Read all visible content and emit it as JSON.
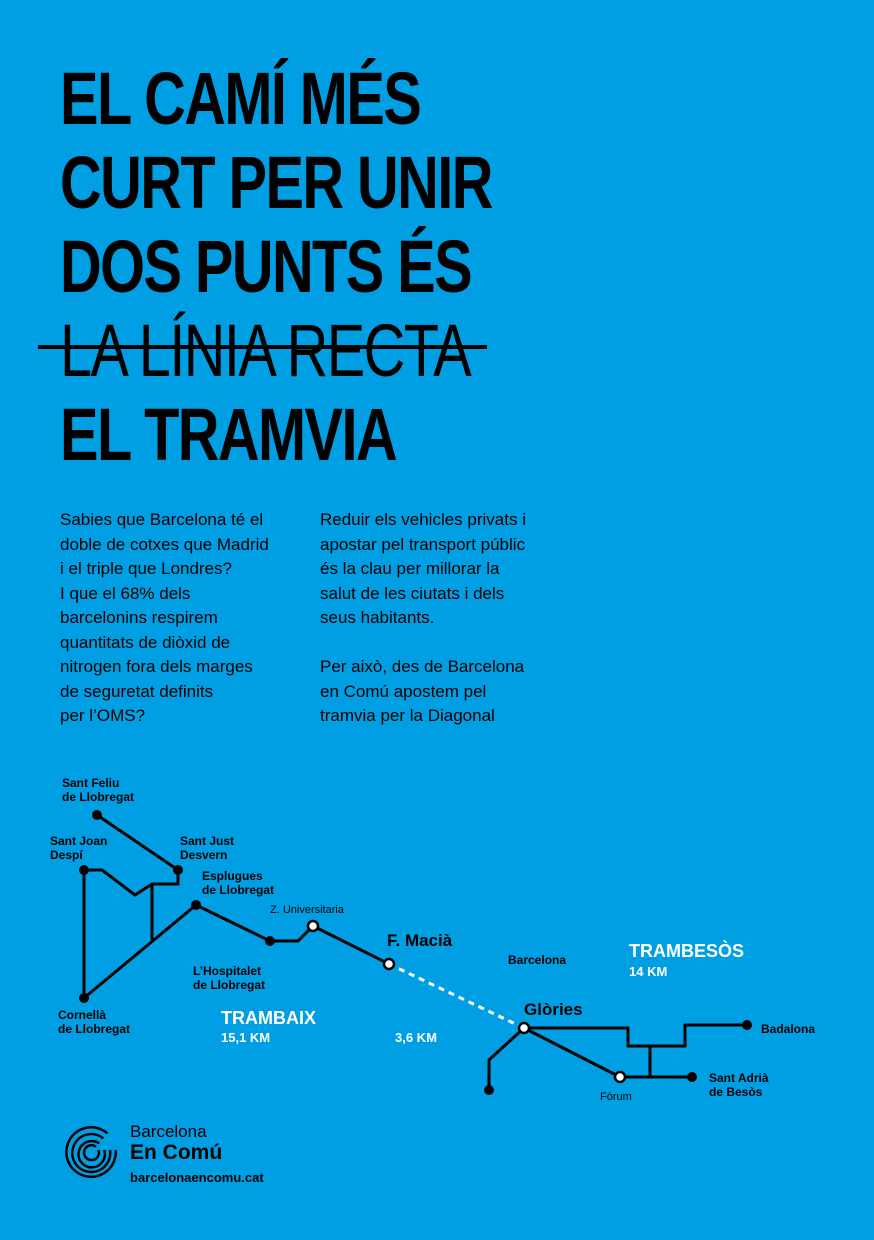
{
  "headline": {
    "line1": "EL CAMÍ MÉS",
    "line2": "CURT PER UNIR",
    "line3": "DOS PUNTS ÉS",
    "struck": "LA LÍNIA RECTA",
    "line5": "EL TRAMVIA"
  },
  "body": {
    "col1": "Sabies que Barcelona té el\ndoble de cotxes que Madrid\ni el triple que Londres?\nI que el 68% dels\nbarcelonins respirem\nquantitats de diòxid de\nnitrogen fora dels marges\nde seguretat definits\nper l’OMS?",
    "col2_p1": "Reduir els vehicles privats i\napostar pel transport públic\nés la clau per millorar la\nsalut de les ciutats i dels\nseus habitants.",
    "col2_p2": "Per això, des de Barcelona\nen Comú apostem pel\ntramvia per la Diagonal"
  },
  "map": {
    "stops": {
      "sant_feliu": [
        "Sant Feliu",
        "de Llobregat"
      ],
      "sant_joan": [
        "Sant Joan",
        "Despí"
      ],
      "sant_just": [
        "Sant Just",
        "Desvern"
      ],
      "esplugues": [
        "Esplugues",
        "de Llobregat"
      ],
      "z_universitaria": "Z. Universitaria",
      "hospitalet": [
        "L’Hospitalet",
        "de Llobregat"
      ],
      "cornella": [
        "Cornellà",
        "de Llobregat"
      ],
      "f_macia": "F. Macià",
      "barcelona": "Barcelona",
      "glories": "Glòries",
      "forum": "Fòrum",
      "badalona": "Badalona",
      "sant_adria": [
        "Sant Adrià",
        "de Besòs"
      ]
    },
    "trambaix": {
      "name": "TRAMBAIX",
      "km": "15,1 KM"
    },
    "trambesos": {
      "name": "TRAMBESÒS",
      "km": "14 KM"
    },
    "link_km": "3,6 KM"
  },
  "logo": {
    "line1": "Barcelona",
    "line2": "En Comú",
    "url": "barcelonaencomu.cat"
  },
  "colors": {
    "background": "#009fe3",
    "ink": "#000000",
    "highlight": "#ffffff"
  }
}
